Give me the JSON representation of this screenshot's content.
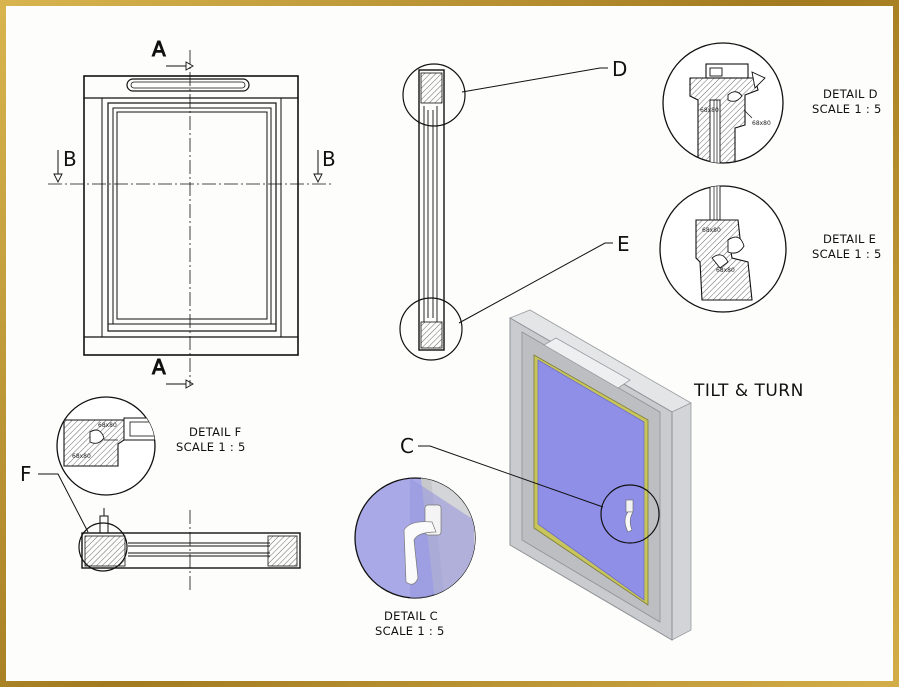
{
  "labels": {
    "section_a_top": "A",
    "section_a_bottom": "A",
    "section_b_left": "B",
    "section_b_right": "B",
    "callout_d": "D",
    "callout_e": "E",
    "callout_f": "F",
    "callout_c": "C",
    "profile_code": "68x80"
  },
  "details": {
    "d": {
      "title": "DETAIL D",
      "scale": "SCALE 1 : 5"
    },
    "e": {
      "title": "DETAIL E",
      "scale": "SCALE 1 : 5"
    },
    "f": {
      "title": "DETAIL F",
      "scale": "SCALE 1 : 5"
    },
    "c": {
      "title": "DETAIL C",
      "scale": "SCALE 1 : 5"
    }
  },
  "heading": "TILT & TURN",
  "colors": {
    "border_gold": "#b8932f",
    "glass": "#8f8fe8",
    "frame_grey": "#c9cbce",
    "seal_yellow": "#c8c65a"
  }
}
